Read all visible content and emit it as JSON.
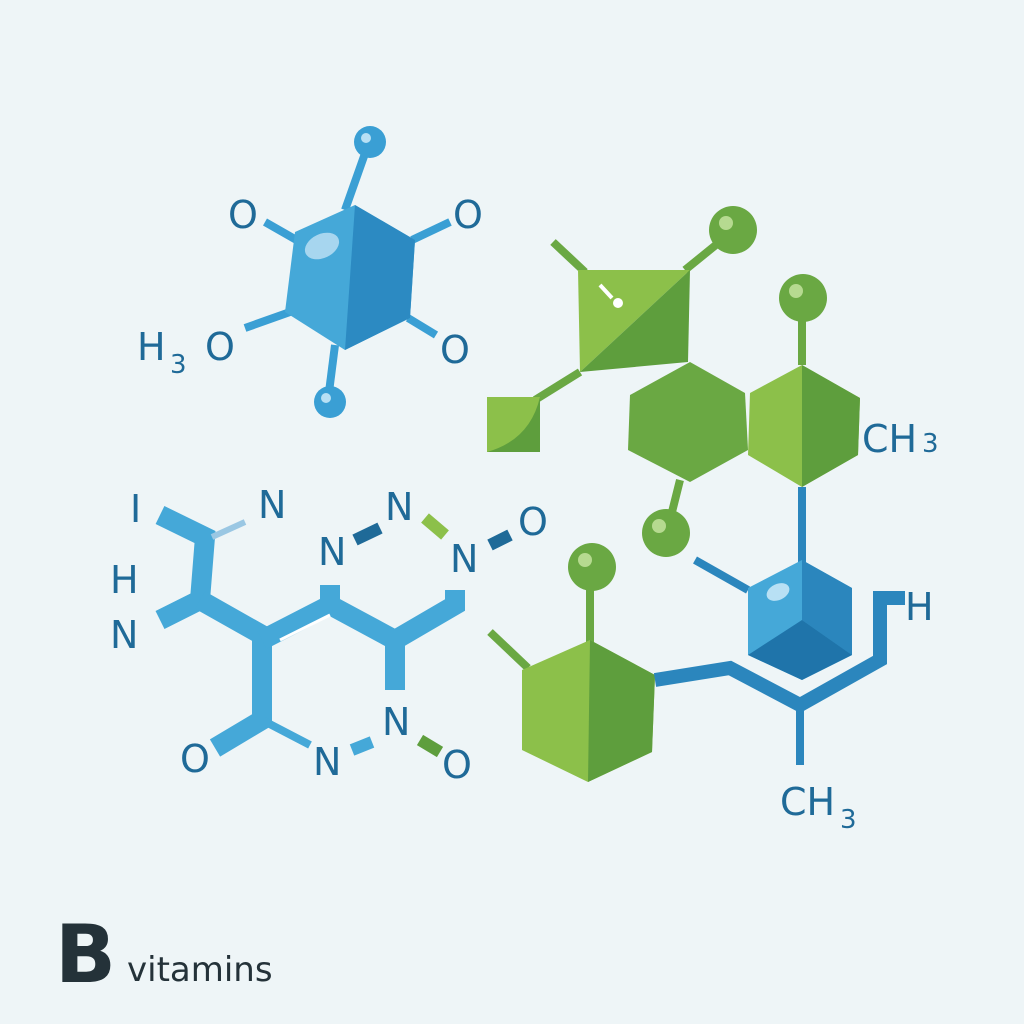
{
  "title": {
    "letter": "B",
    "word": "vitamins"
  },
  "colors": {
    "background": "#eef5f7",
    "blue": "#3aa3d6",
    "blue_dark": "#2b86bd",
    "green": "#8cc04a",
    "green_dark": "#5e9e3d",
    "label": "#1f6a98",
    "title": "#243239"
  },
  "molecule_top_left": {
    "labels": [
      "O",
      "O",
      "H",
      "3",
      "O",
      "O"
    ]
  },
  "molecule_top_right": {
    "labels": [
      "CH",
      "3"
    ]
  },
  "molecule_bottom_left": {
    "labels": [
      "I",
      "N",
      "H",
      "N",
      "N",
      "N",
      "N",
      "O",
      "O",
      "N",
      "N",
      "O"
    ]
  },
  "molecule_bottom_right": {
    "labels": [
      "H",
      "CH",
      "3"
    ]
  }
}
